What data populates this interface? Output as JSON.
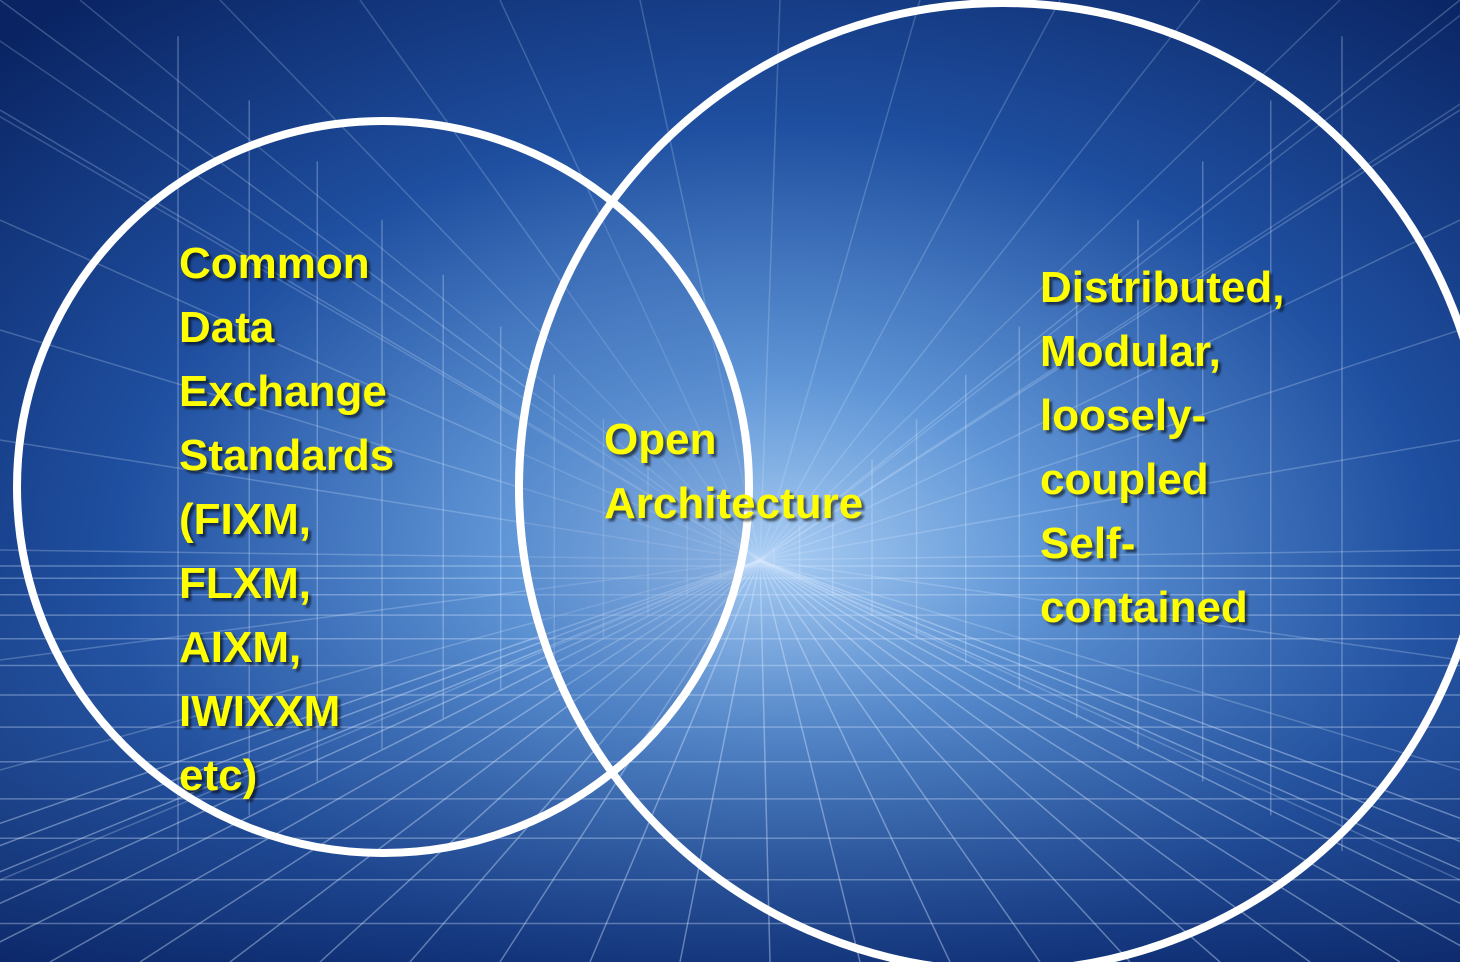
{
  "colors": {
    "text": "#ffff00",
    "circle_stroke": "#ffffff",
    "overlap_stroke": "#9fb4d8",
    "background_dark": "#0a2463",
    "background_light": "#6ea6e6"
  },
  "diagram": {
    "type": "venn",
    "left_circle": {
      "lines": [
        "Common",
        "Data",
        "Exchange",
        "Standards",
        "(FIXM,",
        "FLXM,",
        "AIXM,",
        "IWIXXM",
        "etc)"
      ]
    },
    "intersection": {
      "lines": [
        "Open",
        "Architecture"
      ]
    },
    "right_circle": {
      "lines": [
        "Distributed,",
        "Modular,",
        "loosely-",
        "coupled",
        "Self-",
        "contained"
      ]
    }
  }
}
